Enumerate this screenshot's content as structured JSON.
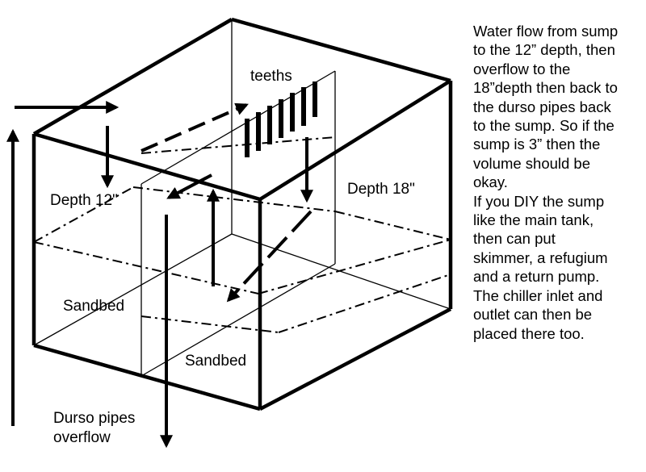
{
  "labels": {
    "teeths": "teeths",
    "depth_12": "Depth 12\"",
    "depth_18": "Depth 18\"",
    "sandbed_left": "Sandbed",
    "sandbed_bottom": "Sandbed",
    "durso_line1": "Durso pipes",
    "durso_line2": "overflow"
  },
  "notes": {
    "lines": [
      "Water flow from sump",
      "to the 12” depth, then",
      "overflow to the",
      "18”depth then back to",
      "the durso pipes back",
      "to the sump. So if the",
      "sump is 3” then the",
      "volume should be",
      "okay.",
      "If you DIY the sump",
      "like the main tank,",
      "then can put",
      "skimmer, a refugium",
      "and a return pump.",
      "The chiller inlet and",
      "outlet can then be",
      "placed there too."
    ]
  },
  "colors": {
    "line": "#000000",
    "background": "#ffffff"
  }
}
